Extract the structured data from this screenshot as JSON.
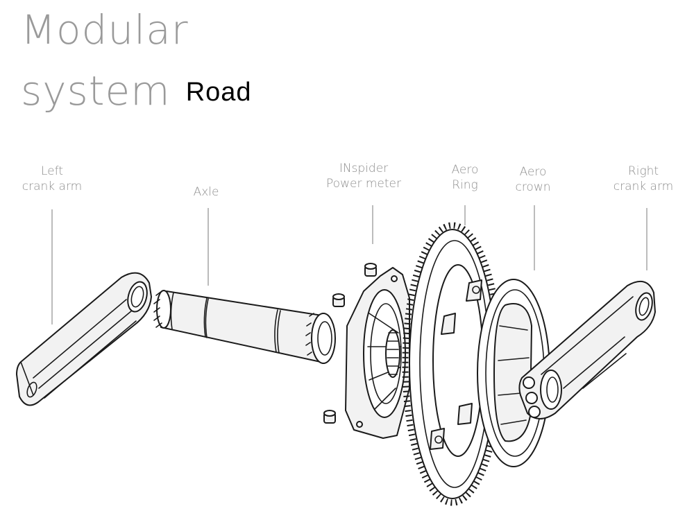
{
  "title": {
    "line1": "Modular",
    "line2": "system",
    "subtitle": "Road"
  },
  "parts": [
    {
      "id": "left-crank-arm",
      "line1": "Left",
      "line2": "crank arm"
    },
    {
      "id": "axle",
      "line1": "Axle",
      "line2": ""
    },
    {
      "id": "inspider-power-meter",
      "line1": "INspider",
      "line2": "Power meter"
    },
    {
      "id": "aero-ring",
      "line1": "Aero",
      "line2": "Ring"
    },
    {
      "id": "aero-crown",
      "line1": "Aero",
      "line2": "crown"
    },
    {
      "id": "right-crank-arm",
      "line1": "Right",
      "line2": "crank arm"
    }
  ],
  "colors": {
    "title": "#9a9a9a",
    "subtitle": "#000000",
    "labels": "#8e8e8e",
    "outline": "#1a1a1a",
    "fill": "#f2f2f2"
  }
}
